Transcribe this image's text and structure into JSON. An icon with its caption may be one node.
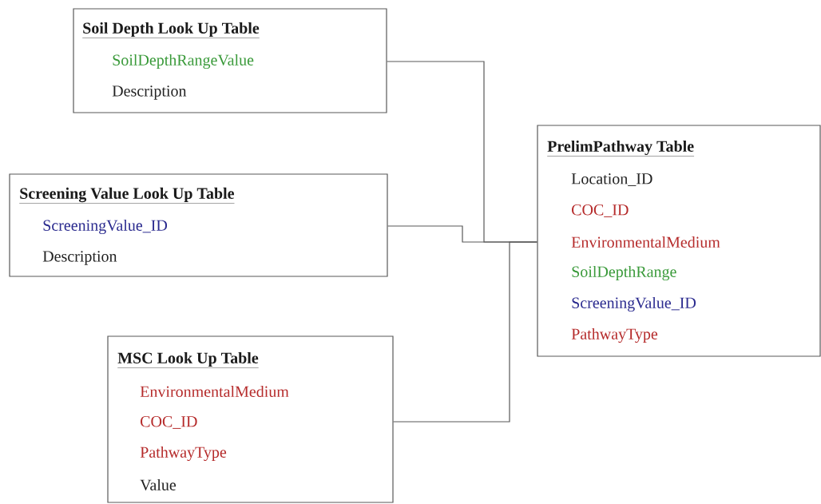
{
  "diagram": {
    "nodes": [
      {
        "text": [
          "Soil Depth Look Up Table",
          "SoilDepthRangeValue",
          "Description"
        ]
      },
      {
        "text": [
          "Screening Value Look Up Table",
          "ScreeningValue_ID",
          "Description"
        ]
      },
      {
        "text": [
          "MSC Look Up Table",
          "EnvironmentalMedium",
          "COC_ID",
          "PathwayType",
          "Value"
        ]
      },
      {
        "text": [
          "PrelimPathway Table",
          "Location_ID",
          "COC_ID",
          "EnvironmentalMedium",
          "SoilDepthRange",
          "ScreeningValue_ID",
          "PathwayType"
        ]
      }
    ],
    "edges": [
      {
        "from": 0,
        "to": 3,
        "arrow": "none"
      },
      {
        "from": 1,
        "to": 3,
        "arrow": "none"
      },
      {
        "from": 2,
        "to": 3,
        "arrow": "none"
      }
    ]
  }
}
